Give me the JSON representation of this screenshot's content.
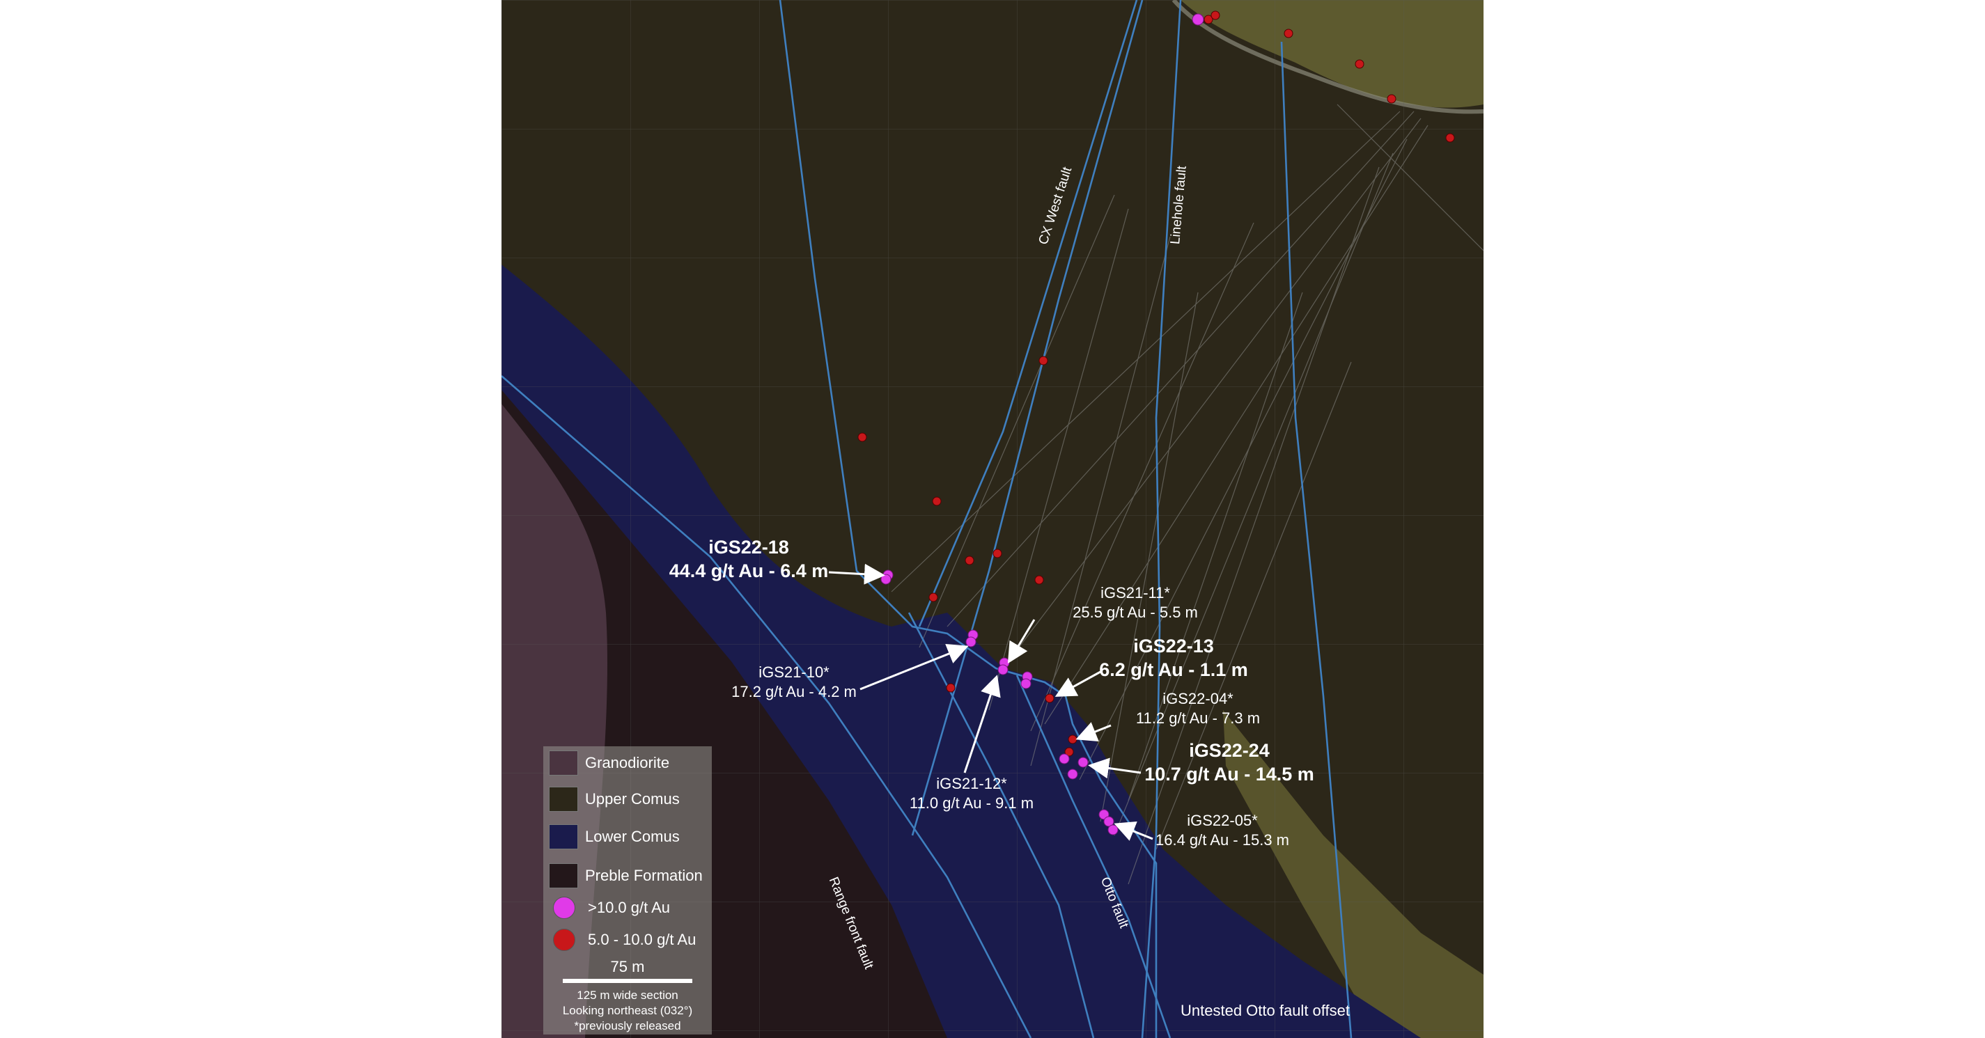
{
  "colors": {
    "granodiorite": "#4a3440",
    "upper_comus": "#2c2719",
    "lower_comus": "#1a1b4c",
    "preble_formation": "#23171a",
    "high_grade": "#e03ae8",
    "mid_grade": "#c8171a",
    "fault": "#3f7fbf",
    "upper_unit_yellow": "#5d5a2f"
  },
  "faults": {
    "cx_west": "CX West fault",
    "linehole": "Linehole fault",
    "range_front": "Range front fault",
    "otto": "Otto fault",
    "untested_offset": "Untested Otto fault offset"
  },
  "intercepts": {
    "igs22_18": {
      "id": "iGS22-18",
      "grade": "44.4 g/t Au - 6.4 m"
    },
    "igs21_11": {
      "id": "iGS21-11*",
      "grade": "25.5 g/t Au - 5.5 m"
    },
    "igs22_13": {
      "id": "iGS22-13",
      "grade": "6.2 g/t Au - 1.1 m"
    },
    "igs21_10": {
      "id": "iGS21-10*",
      "grade": "17.2 g/t Au - 4.2 m"
    },
    "igs22_04": {
      "id": "iGS22-04*",
      "grade": "11.2 g/t Au - 7.3 m"
    },
    "igs22_24": {
      "id": "iGS22-24",
      "grade": "10.7 g/t Au - 14.5 m"
    },
    "igs21_12": {
      "id": "iGS21-12*",
      "grade": "11.0 g/t Au - 9.1 m"
    },
    "igs22_05": {
      "id": "iGS22-05*",
      "grade": "16.4 g/t Au - 15.3 m"
    }
  },
  "legend": {
    "items": [
      "Granodiorite",
      "Upper Comus",
      "Lower Comus",
      "Preble Formation"
    ],
    "high_grade": ">10.0 g/t Au",
    "mid_grade": "5.0 - 10.0 g/t Au",
    "scale": "75 m",
    "notes": [
      "125 m wide section",
      "Looking northeast (032°)",
      "*previously released"
    ]
  }
}
